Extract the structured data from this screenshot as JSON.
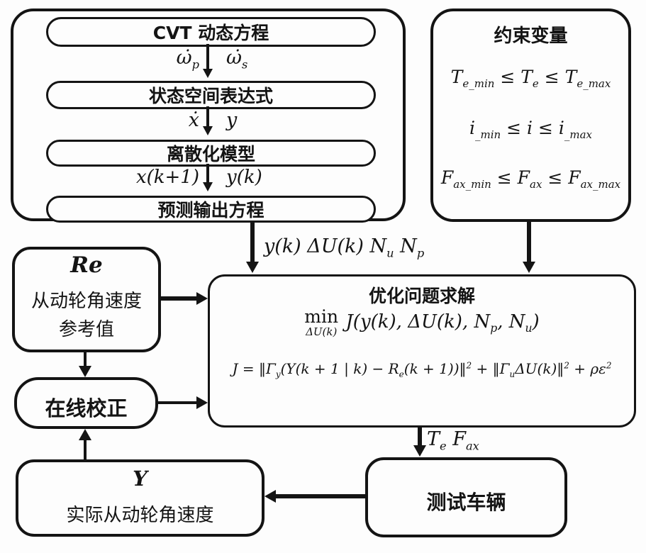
{
  "colors": {
    "ink": "#141414",
    "background": "#fdfdfd"
  },
  "model_pipeline": {
    "steps": [
      {
        "label": "CVT 动态方程"
      },
      {
        "label": "状态空间表达式"
      },
      {
        "label": "离散化模型"
      },
      {
        "label": "预测输出方程"
      }
    ],
    "signal_rows": [
      {
        "left": "ω̇<sub>p</sub>",
        "right": "ω̇<sub>s</sub>"
      },
      {
        "left": "ẋ",
        "right": "y"
      },
      {
        "left": "x(k+1)",
        "right": "y(k)"
      }
    ]
  },
  "constraints": {
    "title": "约束变量",
    "lines": [
      "T<sub>e_min</sub> ≤ T<sub>e</sub> ≤ T<sub>e_max</sub>",
      "i<sub>_min</sub> ≤ i ≤ i<sub>_max</sub>",
      "F<sub>ax_min</sub> ≤ F<sub>ax</sub> ≤ F<sub>ax_max</sub>"
    ]
  },
  "optimizer": {
    "title": "优化问题求解",
    "min_word": "min",
    "min_sub": "ΔU(k)",
    "objective_args": "J(y(k), ΔU(k), N<sub>p</sub>, N<sub>u</sub>)",
    "cost": "J = ‖Γ<sub>y</sub>(Y(k + 1 | k) − R<sub>e</sub>(k + 1))‖<sup>2</sup> + ‖Γ<sub>u</sub>ΔU(k)‖<sup>2</sup> + ρε<sup>2</sup>"
  },
  "reference_box": {
    "symbol": "Re",
    "lines": [
      "从动轮角速度",
      "参考值"
    ]
  },
  "correction_box": {
    "label": "在线校正"
  },
  "plant_box": {
    "label": "测试车辆"
  },
  "output_box": {
    "symbol": "Y",
    "line": "实际从动轮角速度"
  },
  "flow_labels": {
    "model_to_optimizer": "y(k) ΔU(k) N<sub>u</sub> N<sub>p</sub>",
    "optimizer_to_plant": "T<sub>e</sub> F<sub>ax</sub>"
  }
}
